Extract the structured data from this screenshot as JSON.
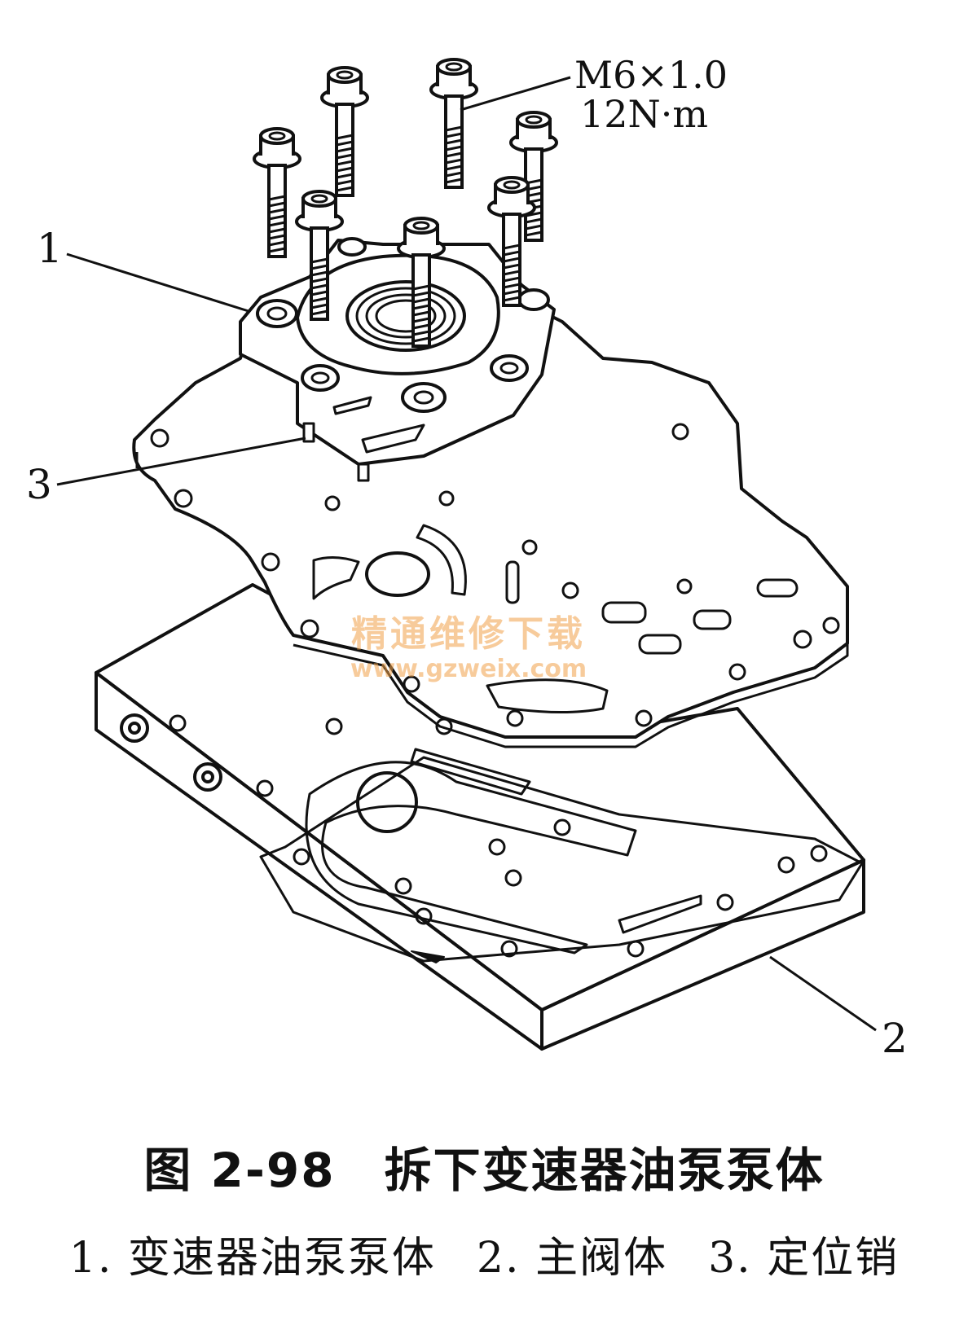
{
  "spec": {
    "thread": "M6×1.0",
    "torque": "12N·m"
  },
  "callouts": {
    "c1": "1",
    "c2": "2",
    "c3": "3"
  },
  "caption": {
    "fig_no": "图 2-98",
    "title": "拆下变速器油泵泵体"
  },
  "legend": [
    {
      "num": "1.",
      "text": "变速器油泵泵体"
    },
    {
      "num": "2.",
      "text": "主阀体"
    },
    {
      "num": "3.",
      "text": "定位销"
    }
  ],
  "watermark": {
    "cn": "精通维修下载",
    "url": "www.gzweix.com"
  }
}
